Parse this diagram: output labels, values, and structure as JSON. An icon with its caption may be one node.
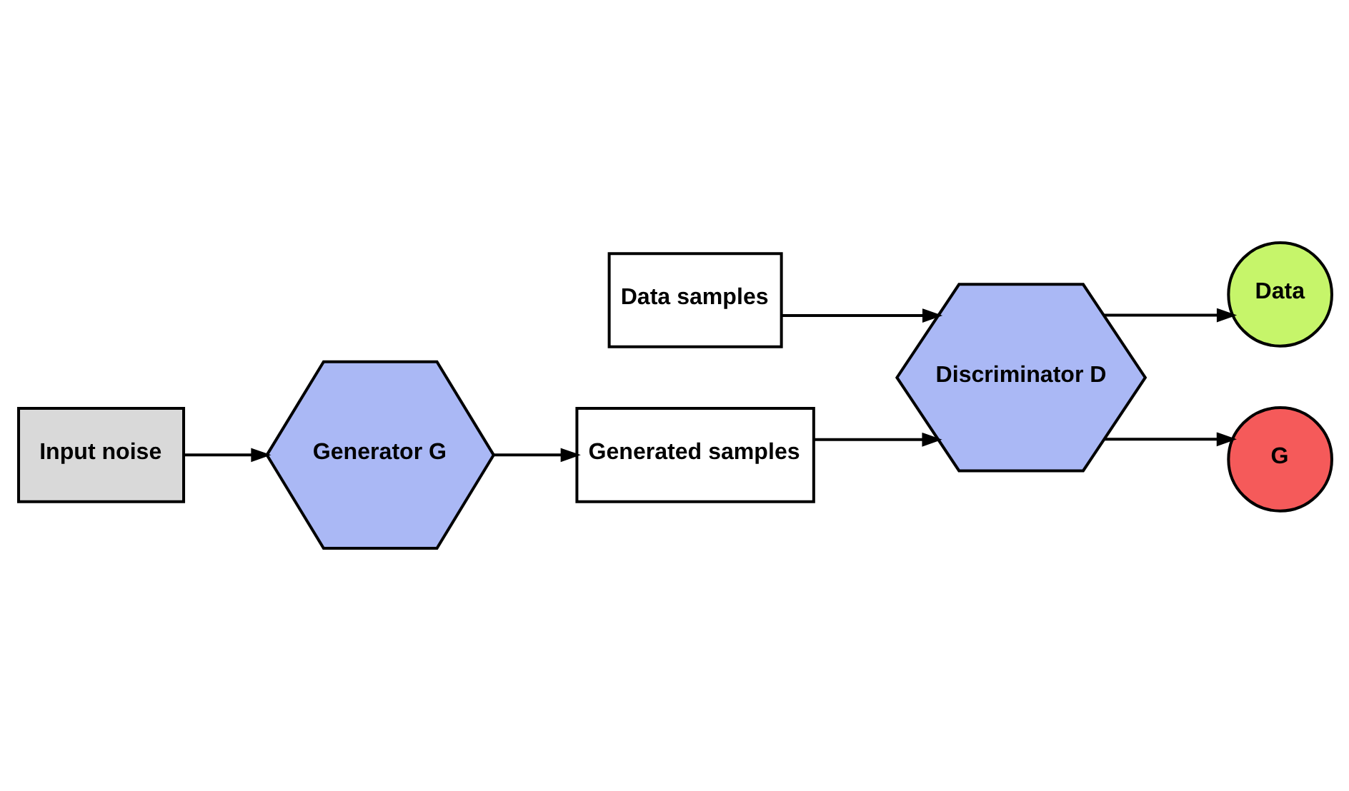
{
  "diagram": {
    "nodes": [
      {
        "text": [
          "Data samples"
        ]
      },
      {
        "text": [
          "Discriminator D"
        ]
      },
      {
        "text": [
          "Data"
        ]
      },
      {
        "text": [
          "G"
        ]
      },
      {
        "text": [
          "Input noise"
        ]
      },
      {
        "text": [
          "Generator G"
        ]
      },
      {
        "text": [
          "Generated samples"
        ]
      }
    ],
    "edges": [
      {
        "from": 0,
        "to": 1,
        "arrow": "to"
      },
      {
        "from": 1,
        "to": 2,
        "arrow": "to"
      },
      {
        "from": 1,
        "to": 3,
        "arrow": "to"
      },
      {
        "from": 4,
        "to": 5,
        "arrow": "to"
      },
      {
        "from": 5,
        "to": 6,
        "arrow": "to"
      },
      {
        "from": 6,
        "to": 1,
        "arrow": "to"
      }
    ]
  }
}
